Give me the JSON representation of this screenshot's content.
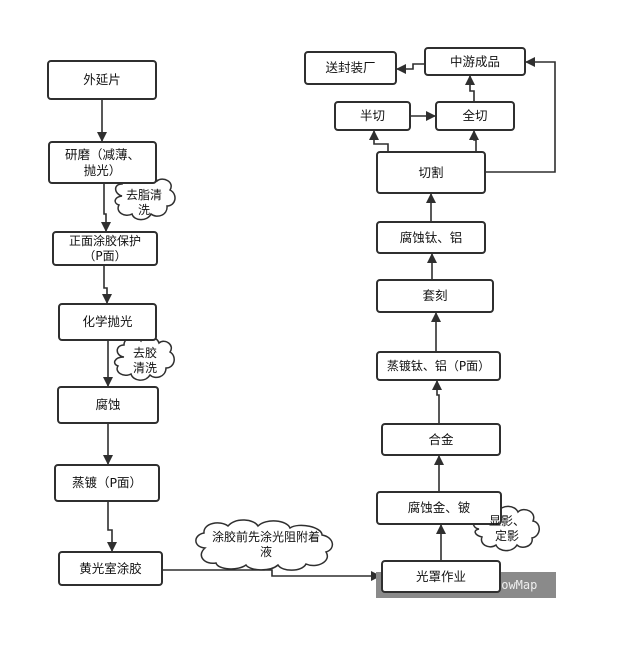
{
  "nodes": {
    "waiyanpian": "外延片",
    "yanmo": "研磨（减薄、\n抛光）",
    "zhengmian": "正面涂胶保护\n（P面）",
    "huaxue": "化学抛光",
    "fushi": "腐蚀",
    "zhengdu_p": "蒸镀（P面）",
    "huangguang": "黄光室涂胶",
    "guangzhao": "光罩作业",
    "fushi_jin": "腐蚀金、铍",
    "hejin": "合金",
    "zhengdu_ti": "蒸镀钛、铝（P面）",
    "taoke": "套刻",
    "fushi_ti": "腐蚀钛、铝",
    "qiege": "切割",
    "banqie": "半切",
    "quanqie": "全切",
    "zhongyou": "中游成品",
    "songfeng": "送封装厂"
  },
  "notes": {
    "quzhi": "去脂清\n洗",
    "qujiao": "去胶\n清洗",
    "tujiao": "涂胶前先涂光阻附着\n液",
    "xianying": "显影、\n定影"
  },
  "watermark": "lowMap"
}
